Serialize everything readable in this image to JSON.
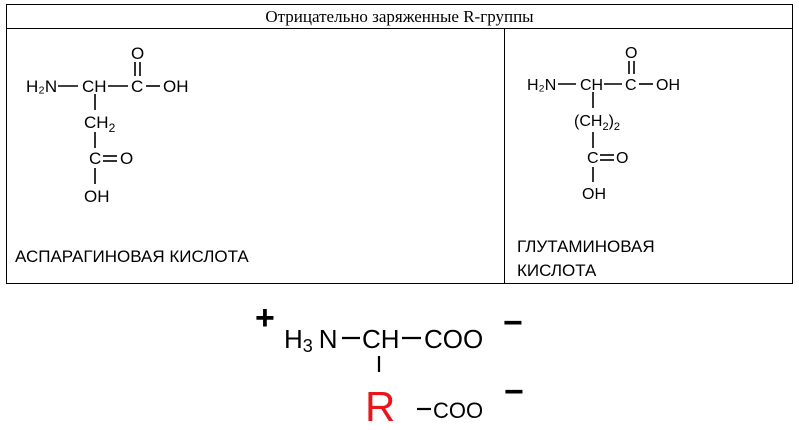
{
  "table": {
    "header": "Отрицательно заряженные R-группы",
    "aspartic_label": "АСПАРАГИНОВАЯ КИСЛОТА",
    "glutamic_label_line1": "ГЛУТАМИНОВАЯ",
    "glutamic_label_line2": "КИСЛОТА"
  },
  "aspartic": {
    "amine": "H₂N",
    "alpha": "CH",
    "carboxyl_c": "C",
    "carbonyl_o": "O",
    "hydroxyl": "OH",
    "side_ch2": "CH",
    "side_ch2_sub": "2",
    "side_c": "C",
    "side_o": "O",
    "side_oh": "OH"
  },
  "glutamic": {
    "amine": "H₂N",
    "alpha": "CH",
    "carboxyl_c": "C",
    "carbonyl_o": "O",
    "hydroxyl": "OH",
    "side_chain": "(CH",
    "side_chain_sub": "2",
    "side_chain_close": ")",
    "side_chain_count": "2",
    "side_c": "C",
    "side_o": "O",
    "side_oh": "OH"
  },
  "general": {
    "plus": "+",
    "h": "H",
    "h_sub": "3",
    "n": "N",
    "ch": "CH",
    "coo": "COO",
    "minus": "−",
    "r": "R",
    "side_coo": "COO",
    "side_minus": "−",
    "r_color": "#e8161b"
  }
}
